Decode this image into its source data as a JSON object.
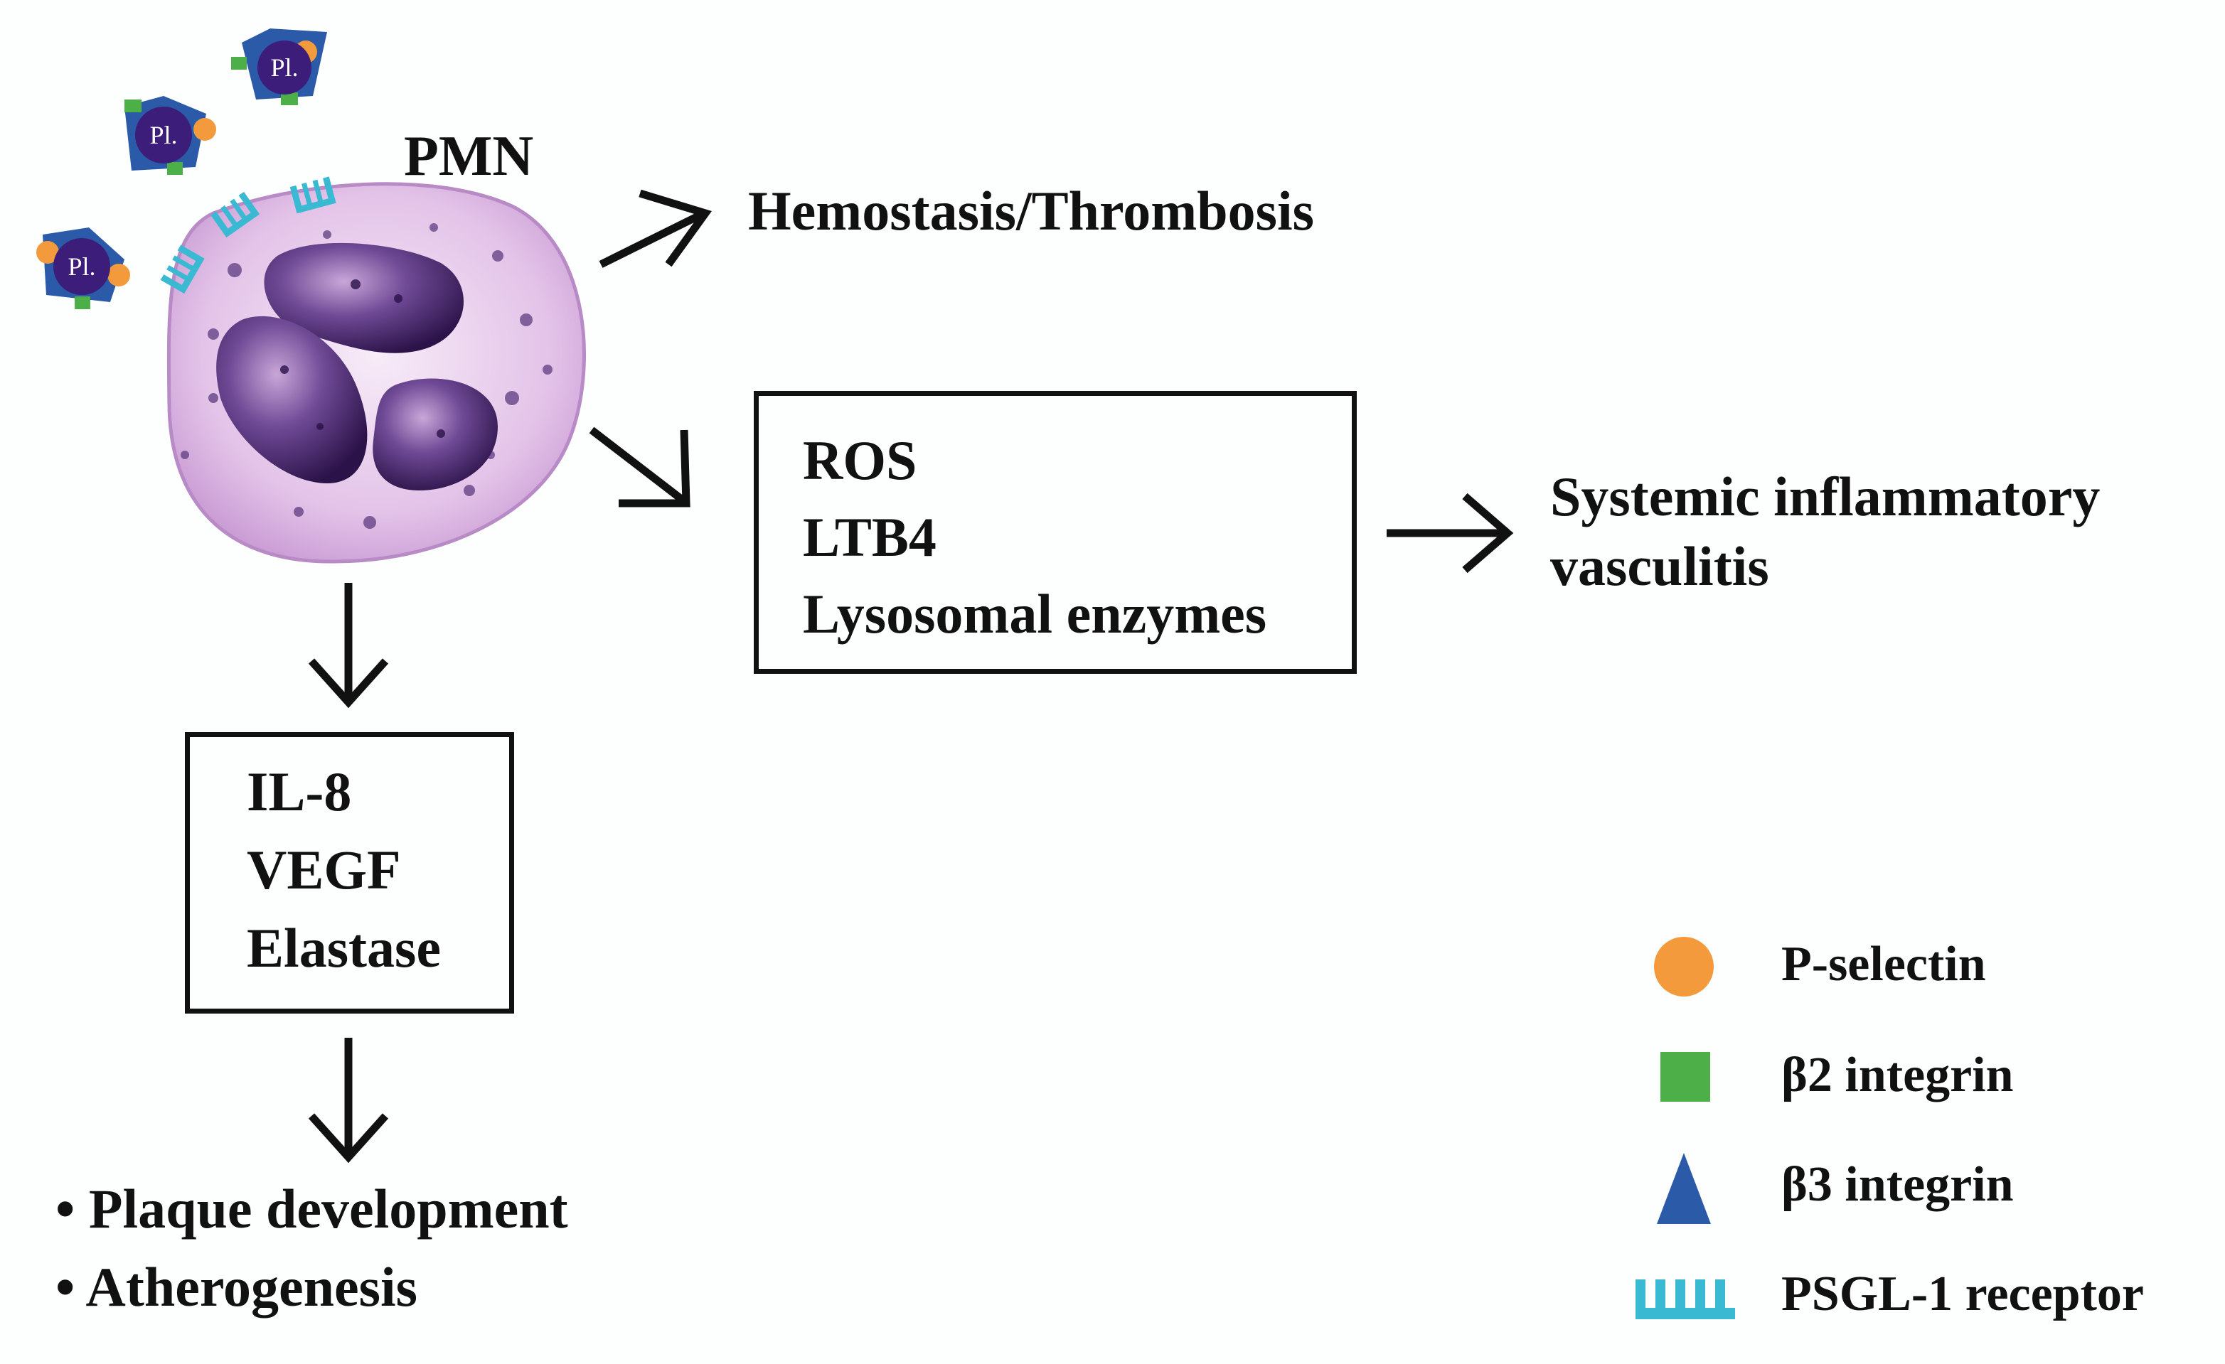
{
  "cell": {
    "label": "PMN",
    "platelet_label": "Pl."
  },
  "outcomes": {
    "hemostasis": "Hemostasis/Thrombosis",
    "systemic": [
      "Systemic inflammatory",
      "vasculitis"
    ]
  },
  "box_ros": {
    "lines": [
      "ROS",
      "LTB4",
      "Lysosomal enzymes"
    ]
  },
  "box_il8": {
    "lines": [
      "IL-8",
      "VEGF",
      "Elastase"
    ]
  },
  "results": {
    "items": [
      "Plaque development",
      "Atherogenesis"
    ],
    "bullet": "•"
  },
  "legend": {
    "items": [
      {
        "label": "P-selectin",
        "icon": "orange-circle-icon",
        "color": "#f39a3c"
      },
      {
        "label": "β2 integrin",
        "icon": "green-square-icon",
        "color": "#4caf47"
      },
      {
        "label": "β3 integrin",
        "icon": "blue-triangle-icon",
        "color": "#2a5aa8"
      },
      {
        "label": "PSGL-1 receptor",
        "icon": "psgl1-receptor-icon",
        "color": "#3ab9d2"
      }
    ]
  }
}
